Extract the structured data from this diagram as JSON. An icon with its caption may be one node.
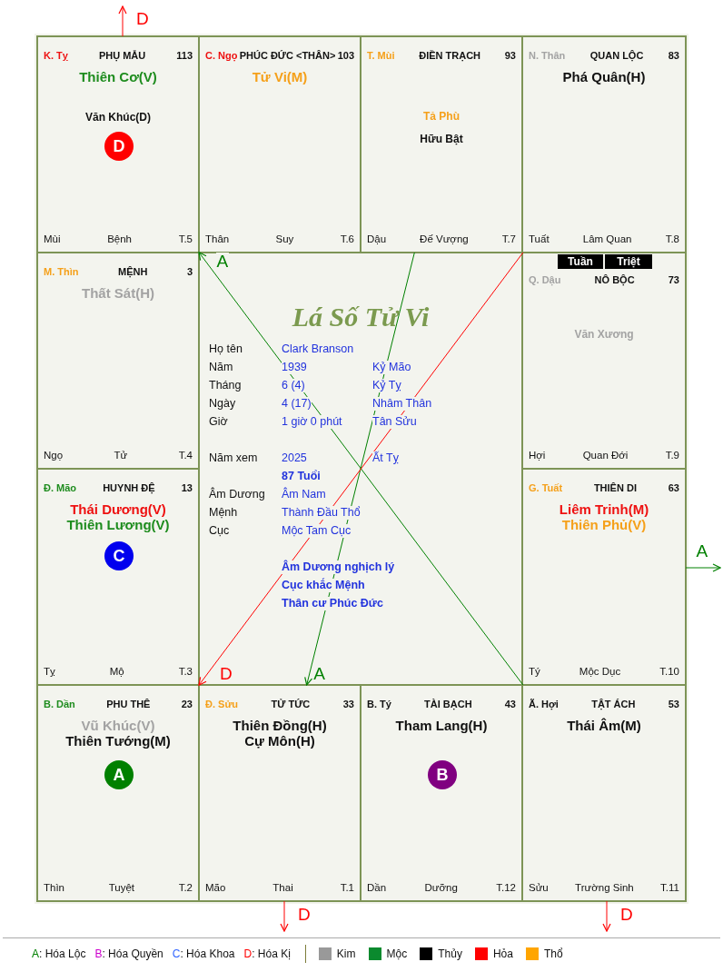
{
  "diagram": {
    "title": "Lá Số Tử Vi",
    "nodes": [
      {
        "text": [
          "K. Tỵ",
          "PHỤ MẪU",
          "113",
          "Thiên Cơ(V)",
          "Văn Khúc(D)",
          "Mùi",
          "Bệnh",
          "T.5"
        ]
      },
      {
        "text": [
          "C. Ngọ",
          "PHÚC ĐỨC <THÂN>",
          "103",
          "Tử Vi(M)",
          "Thân",
          "Suy",
          "T.6"
        ]
      },
      {
        "text": [
          "T. Mùi",
          "ĐIỀN TRẠCH",
          "93",
          "Tả Phù",
          "Hữu Bật",
          "Dậu",
          "Đế Vượng",
          "T.7"
        ]
      },
      {
        "text": [
          "N. Thân",
          "QUAN LỘC",
          "83",
          "Phá Quân(H)",
          "Tuất",
          "Lâm Quan",
          "T.8"
        ]
      },
      {
        "text": [
          "M. Thìn",
          "MỆNH",
          "3",
          "Thất Sát(H)",
          "Ngọ",
          "Tử",
          "T.4"
        ]
      },
      {
        "text": [
          "Q. Dậu",
          "NÔ BỘC",
          "73",
          "Văn Xương",
          "Hợi",
          "Quan Đới",
          "T.9"
        ]
      },
      {
        "text": [
          "Đ. Mão",
          "HUYNH ĐỆ",
          "13",
          "Thái Dương(V)",
          "Thiên Lương(V)",
          "Tỵ",
          "Mộ",
          "T.3"
        ]
      },
      {
        "text": [
          "G. Tuất",
          "THIÊN DI",
          "63",
          "Liêm Trinh(M)",
          "Thiên Phủ(V)",
          "Tý",
          "Mộc Dục",
          "T.10"
        ]
      },
      {
        "text": [
          "B. Dần",
          "PHU THÊ",
          "23",
          "Vũ Khúc(V)",
          "Thiên Tướng(M)",
          "Thìn",
          "Tuyệt",
          "T.2"
        ]
      },
      {
        "text": [
          "Đ. Sửu",
          "TỬ TỨC",
          "33",
          "Thiên Đồng(H)",
          "Cự Môn(H)",
          "Mão",
          "Thai",
          "T.1"
        ]
      },
      {
        "text": [
          "B. Tý",
          "TÀI BẠCH",
          "43",
          "Tham Lang(H)",
          "Dần",
          "Dưỡng",
          "T.12"
        ]
      },
      {
        "text": [
          "Ã. Hợi",
          "TẬT ÁCH",
          "53",
          "Thái Âm(M)",
          "Sửu",
          "Trường Sinh",
          "T.11"
        ]
      },
      {
        "text": [
          "D"
        ],
        "in": 0
      },
      {
        "text": [
          "C"
        ],
        "in": 6
      },
      {
        "text": [
          "A"
        ],
        "in": 8
      },
      {
        "text": [
          "B"
        ],
        "in": 10
      },
      {
        "text": [
          "Tuần"
        ],
        "in": 5
      },
      {
        "text": [
          "Triệt"
        ],
        "in": 5
      }
    ],
    "edges": [
      {
        "from": 11,
        "to": 0,
        "arrow": "to",
        "label": "A",
        "color": "#008000"
      },
      {
        "from": 2,
        "to": 9,
        "arrow": "to",
        "label": "A",
        "color": "#008000"
      },
      {
        "from": 3,
        "to": 8,
        "arrow": "to",
        "label": "D"
      },
      {
        "from": 0,
        "to": null,
        "arrow": "to",
        "label": "D"
      },
      {
        "from": 7,
        "to": null,
        "arrow": "to",
        "label": "A",
        "color": "#008000"
      },
      {
        "from": 9,
        "to": null,
        "arrow": "to",
        "label": "D"
      },
      {
        "from": 11,
        "to": null,
        "arrow": "to",
        "label": "D"
      }
    ],
    "labels": [
      "Họ tên",
      "Clark Branson",
      "Năm",
      "1939",
      "Kỷ Mão",
      "Tháng",
      "6 (4)",
      "Kỷ Tỵ",
      "Ngày",
      "4 (17)",
      "Nhâm Thân",
      "Giờ",
      "1 giờ 0 phút",
      "Tân Sửu",
      "Năm xem",
      "2025",
      "Ất Tỵ",
      "87 Tuổi",
      "Âm Dương",
      "Âm Nam",
      "Mệnh",
      "Thành Đầu Thổ",
      "Cục",
      "Mộc Tam Cục",
      "Âm Dương nghịch lý",
      "Cục khắc Mệnh",
      "Thân cư Phúc Đức",
      "A: Hóa Lộc",
      "B: Hóa Quyền",
      "C: Hóa Khoa",
      "D: Hóa Kị"
    ],
    "legend": [
      {
        "text": "Kim",
        "color": "#999999"
      },
      {
        "text": "Mộc",
        "color": "#0b8a2e"
      },
      {
        "text": "Thủy",
        "color": "#000000"
      },
      {
        "text": "Hỏa",
        "color": "#ff0000"
      },
      {
        "text": "Thổ",
        "color": "#ffa500"
      }
    ]
  }
}
